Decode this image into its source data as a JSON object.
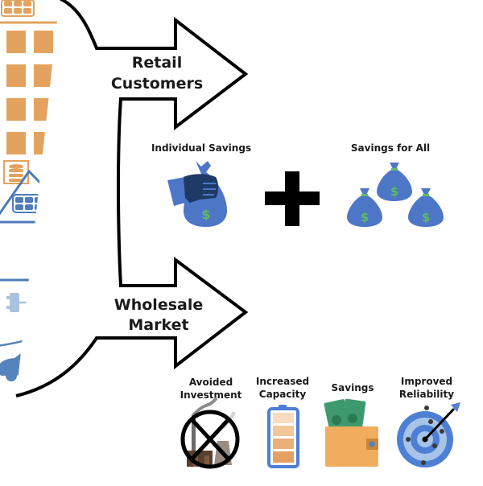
{
  "diagram": {
    "title": "",
    "arrows": [
      {
        "id": "retail",
        "line1": "Retail",
        "line2": "Customers"
      },
      {
        "id": "wholesale",
        "line1": "Wholesale",
        "line2": "Market"
      }
    ],
    "retail_benefits": {
      "left": {
        "label": "Individual Savings",
        "icon": "hand-money-bag-icon"
      },
      "operator": "+",
      "right": {
        "label": "Savings for All",
        "icon": "three-money-bags-icon"
      }
    },
    "wholesale_benefits": [
      {
        "line1": "Avoided",
        "line2": "Investment",
        "icon": "no-power-plant-icon"
      },
      {
        "line1": "Increased",
        "line2": "Capacity",
        "icon": "battery-icon"
      },
      {
        "line1": "Savings",
        "line2": "",
        "icon": "wallet-cash-icon"
      },
      {
        "line1": "Improved",
        "line2": "Reliability",
        "icon": "target-icon"
      }
    ],
    "resources": [
      {
        "name": "apartment-building-with-solar",
        "icon": "building-icon"
      },
      {
        "name": "house-with-solar-and-battery",
        "icon": "house-icon"
      },
      {
        "name": "electric-vehicles",
        "icon": "ev-car-icon"
      }
    ],
    "colors": {
      "building": "#e3a35e",
      "house": "#4f7bb8",
      "ev_light": "#a9c2df",
      "ev_dark": "#5583bd",
      "money_bag": "#4d76c7",
      "hand": "#1f3a66",
      "dollar": "#5dbb63",
      "arrow_stroke": "#000000",
      "battery": "#4d7fd4",
      "wallet": "#f1ad5e",
      "cash": "#3e9a6e",
      "target_dark": "#4d7fd4",
      "target_light": "#a7c3e8"
    },
    "dollar_sign": "$"
  }
}
